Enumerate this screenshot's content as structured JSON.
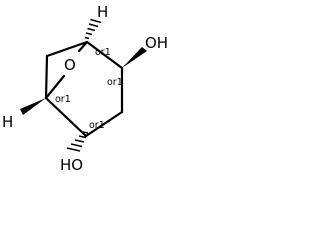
{
  "molecule": {
    "atoms": {
      "oxygen_bridge": "O",
      "hydrogen_top": "H",
      "hydrogen_left": "H",
      "hydroxyl_right": "OH",
      "hydroxyl_bottom": "HO"
    },
    "stereo": {
      "top_bridgehead": "or1",
      "right_carbinol": "or1",
      "left_bridgehead": "or1",
      "bottom_carbinol": "or1"
    },
    "colors": {
      "ink": "#000000",
      "background": "#ffffff"
    }
  }
}
